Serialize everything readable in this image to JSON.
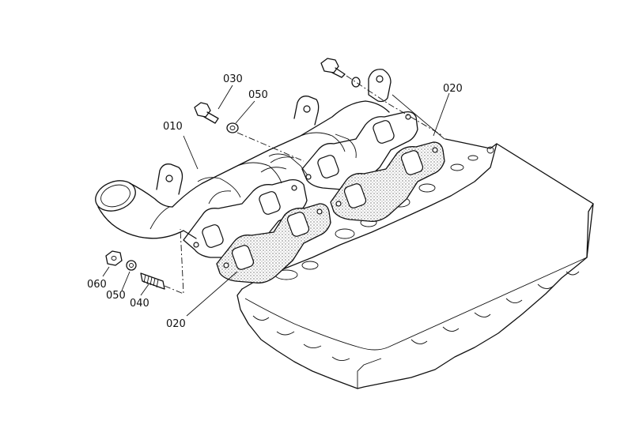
{
  "diagram": {
    "labels": [
      {
        "id": "010",
        "text": "010"
      },
      {
        "id": "020a",
        "text": "020"
      },
      {
        "id": "020b",
        "text": "020"
      },
      {
        "id": "030",
        "text": "030"
      },
      {
        "id": "040",
        "text": "040"
      },
      {
        "id": "050a",
        "text": "050"
      },
      {
        "id": "050b",
        "text": "050"
      },
      {
        "id": "060",
        "text": "060"
      }
    ]
  }
}
